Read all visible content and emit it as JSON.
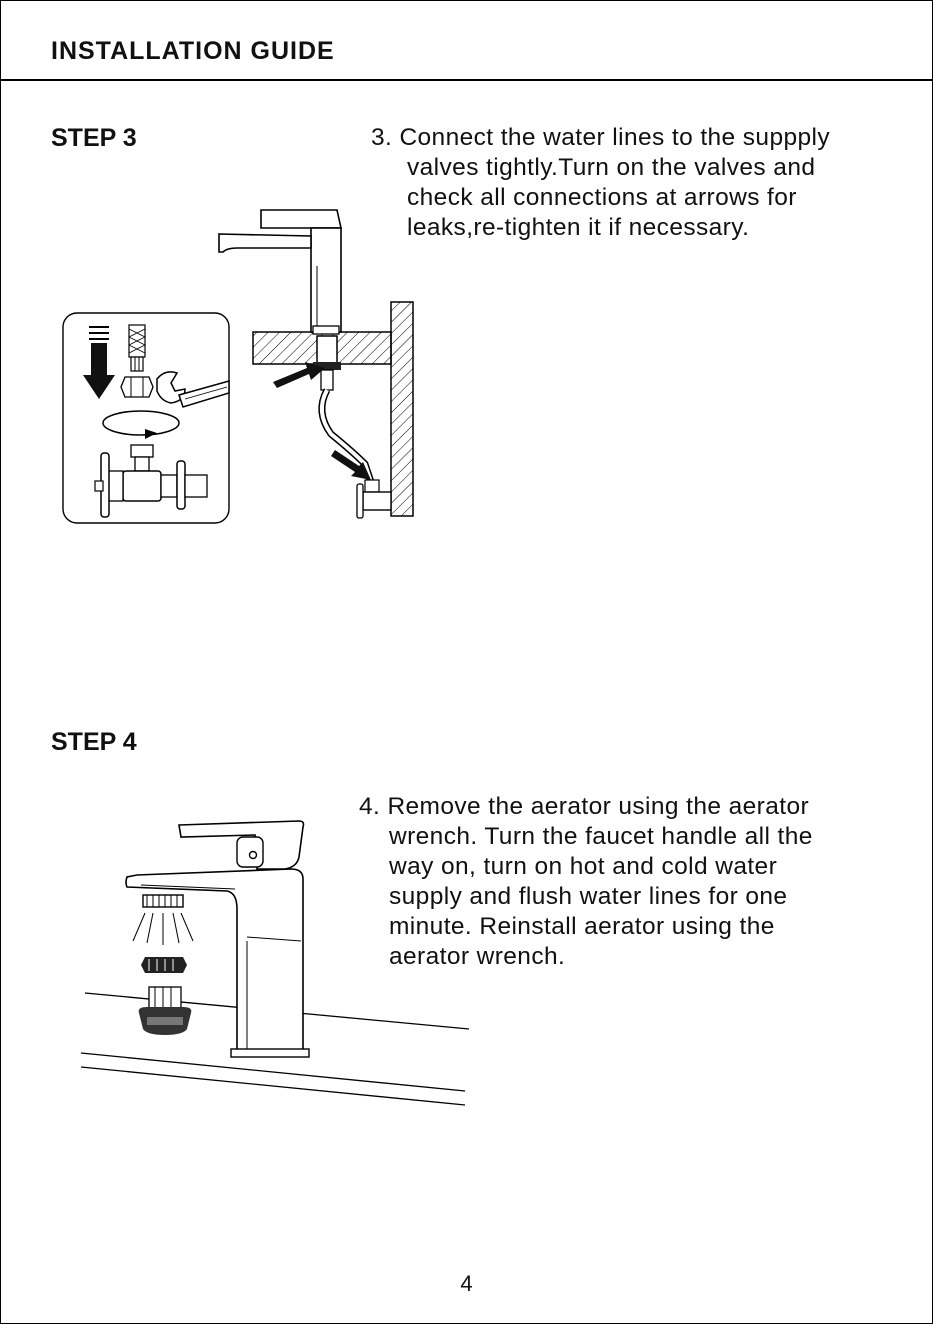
{
  "header": {
    "title": "INSTALLATION GUIDE"
  },
  "step3": {
    "heading": "STEP 3",
    "instruction_lines": [
      "3. Connect the water lines to the suppply",
      "valves tightly.Turn on the valves and",
      "check all connections at arrows for",
      "leaks,re-tighten it if necessary."
    ]
  },
  "step4": {
    "heading": "STEP 4",
    "instruction_lines": [
      "4. Remove the aerator using the aerator",
      "wrench. Turn the faucet handle all the",
      "way on, turn on hot and cold water",
      "supply and flush water lines for one",
      "minute. Reinstall aerator using the",
      "aerator wrench."
    ]
  },
  "footer": {
    "page_number": "4"
  }
}
